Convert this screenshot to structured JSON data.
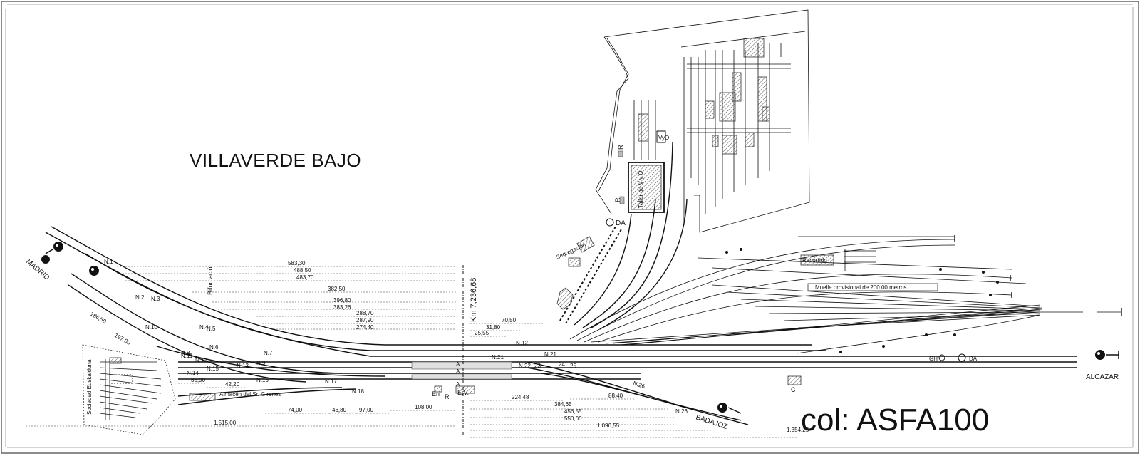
{
  "title": "VILLAVERDE BAJO",
  "code": "col: ASFA100",
  "stations": {
    "madrid": "MADRID",
    "alcazar": "ALCAZAR",
    "badajoz": "BADAJOZ"
  },
  "pk": "Km 7,236,68",
  "labels": {
    "bifurcacion": "Bifurcación",
    "taller": "Taller de V y O",
    "recorrido": "Recorrido",
    "muelle": "Muelle provisional de 200.00 metros",
    "sociedad": "Sociedad Euskalduna",
    "ev": "E.V.",
    "en": "En",
    "r": "R",
    "da": "DA",
    "gh": "GH",
    "c": "C",
    "a": "A",
    "vo": "VyO",
    "sd": "Segregación",
    "galpon": "Almacén del Sr. Girones"
  },
  "top_distances": [
    "583,30",
    "488,50",
    "483,70",
    "382,50",
    "396,80",
    "383,26",
    "288,70",
    "287,90",
    "274,40"
  ],
  "right_distances": [
    "70,50",
    "31,80",
    "25,55"
  ],
  "left_distances": [
    "186,50",
    "197,00",
    "35,90",
    "42,20"
  ],
  "bottom_distances": [
    "74,00",
    "46,80",
    "97,00",
    "108,00",
    "224,48",
    "384,65",
    "456,55",
    "550,00",
    "88,40",
    "1.515,00",
    "1.096,55",
    "1.354,25"
  ],
  "switches": [
    "N.1",
    "N.2",
    "N.3",
    "N.4",
    "N.5",
    "N.6",
    "N.7",
    "N.8",
    "N.9",
    "N.10",
    "N.11",
    "N.12",
    "N.13",
    "N.14",
    "N.15",
    "N.16",
    "N.17",
    "N.18",
    "N.21",
    "N.21",
    "N.22",
    "N.26",
    "N.26",
    "23",
    "24",
    "25",
    "N.12"
  ]
}
